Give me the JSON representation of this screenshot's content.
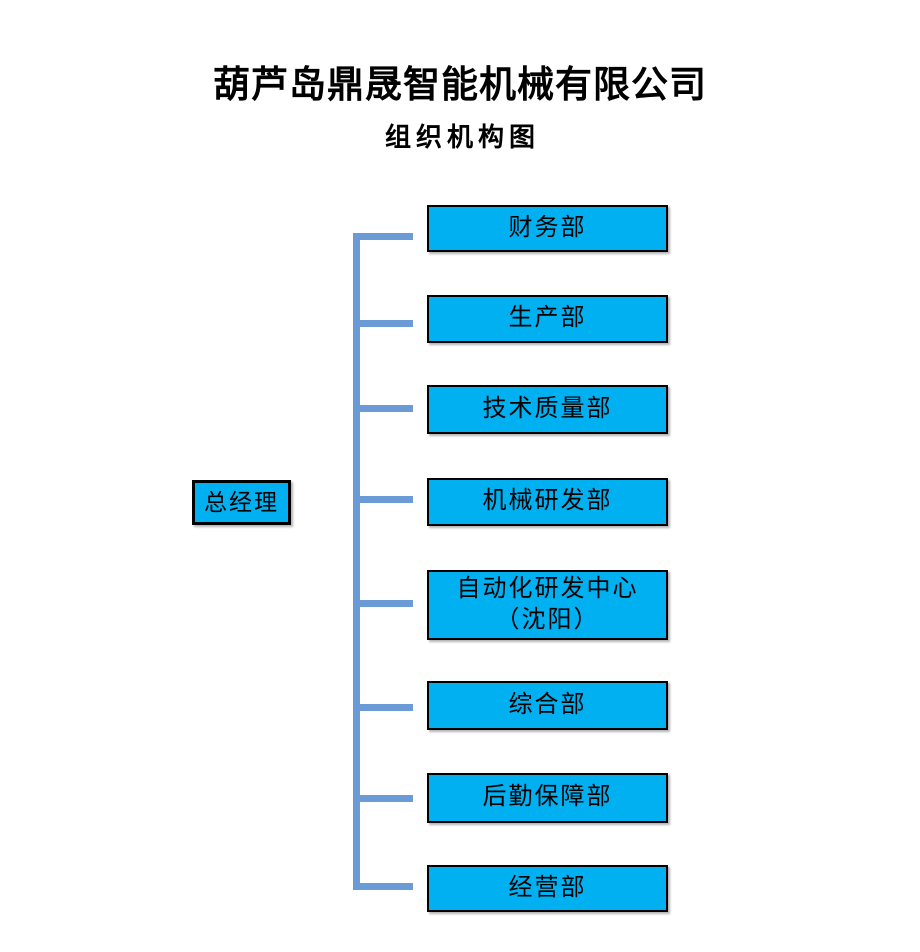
{
  "page": {
    "title": "葫芦岛鼎晟智能机械有限公司",
    "subtitle": "组织机构图"
  },
  "chart": {
    "type": "org-chart",
    "root": {
      "label": "总经理"
    },
    "departments": [
      {
        "label": "财务部"
      },
      {
        "label": "生产部"
      },
      {
        "label": "技术质量部"
      },
      {
        "label": "机械研发部"
      },
      {
        "label": "自动化研发中心\n（沈阳）"
      },
      {
        "label": "综合部"
      },
      {
        "label": "后勤保障部"
      },
      {
        "label": "经营部"
      }
    ],
    "colors": {
      "box_fill": "#00b0f0",
      "box_border": "#000000",
      "connector": "#6b9bd7",
      "text": "#000000",
      "background": "#ffffff"
    }
  }
}
